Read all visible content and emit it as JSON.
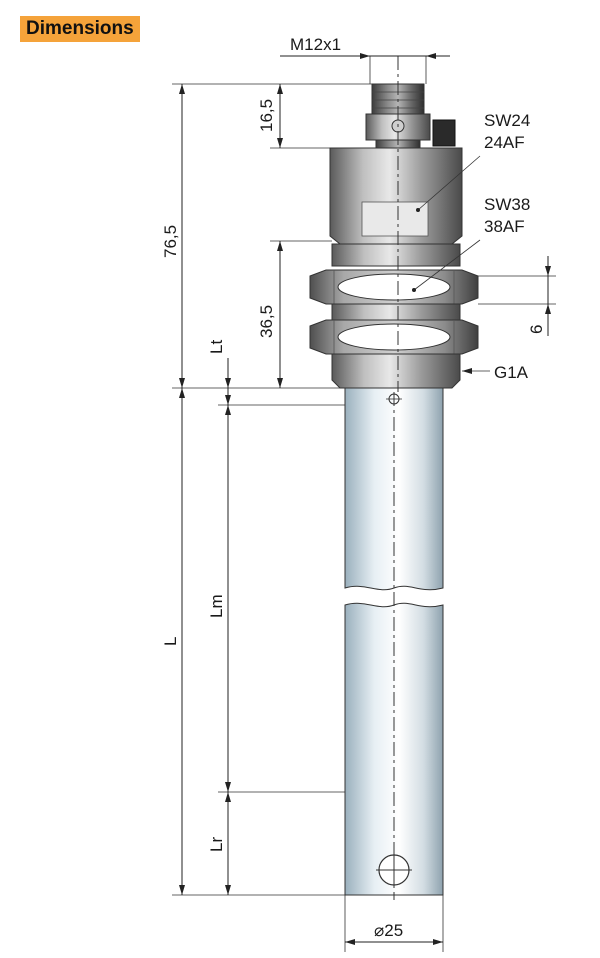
{
  "title": "Dimensions",
  "labels": {
    "thread": "M12x1",
    "dim_16_5": "16,5",
    "dim_76_5": "76,5",
    "dim_36_5": "36,5",
    "dim_6": "6",
    "wrench_small_1": "SW24",
    "wrench_small_2": "24AF",
    "wrench_large_1": "SW38",
    "wrench_large_2": "38AF",
    "process_thread": "G1A",
    "lt": "Lt",
    "lm": "Lm",
    "lr": "Lr",
    "l": "L",
    "diameter": "⌀25"
  }
}
